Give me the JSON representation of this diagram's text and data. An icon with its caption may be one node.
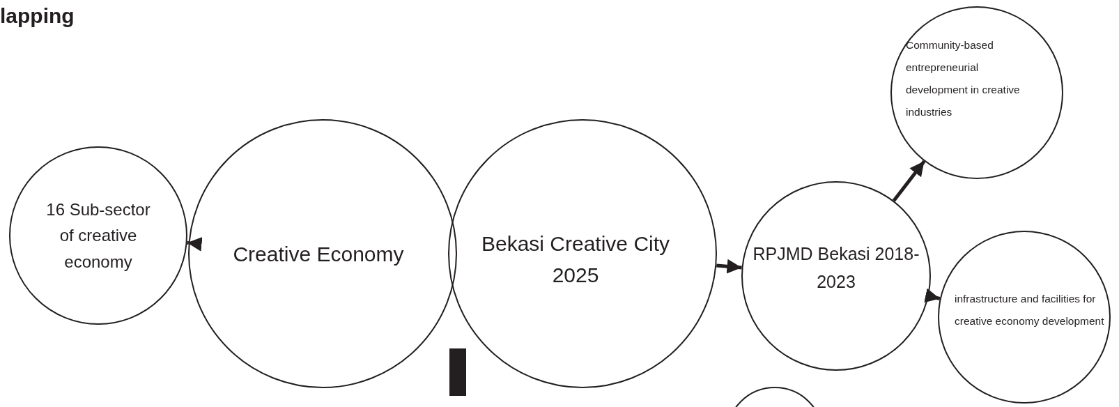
{
  "diagram": {
    "title": "lapping",
    "nodes": [
      {
        "text": [
          "16 Sub-sector of creative economy"
        ]
      },
      {
        "text": [
          "Creative Economy"
        ]
      },
      {
        "text": [
          "Bekasi Creative City 2025"
        ]
      },
      {
        "text": [
          "RPJMD Bekasi 2018-2023"
        ]
      },
      {
        "text": [
          "Community-based entrepreneurial development in creative industries"
        ]
      },
      {
        "text": [
          "infrastructure and facilities for creative economy development"
        ]
      },
      {
        "text": [],
        "shape": "circle"
      }
    ],
    "edges": [
      {
        "from": 1,
        "to": 0,
        "arrow": "to"
      },
      {
        "from": 2,
        "to": 3,
        "arrow": "to"
      },
      {
        "from": 3,
        "to": 4,
        "arrow": "to"
      },
      {
        "from": 3,
        "to": 5,
        "arrow": "to"
      }
    ]
  }
}
